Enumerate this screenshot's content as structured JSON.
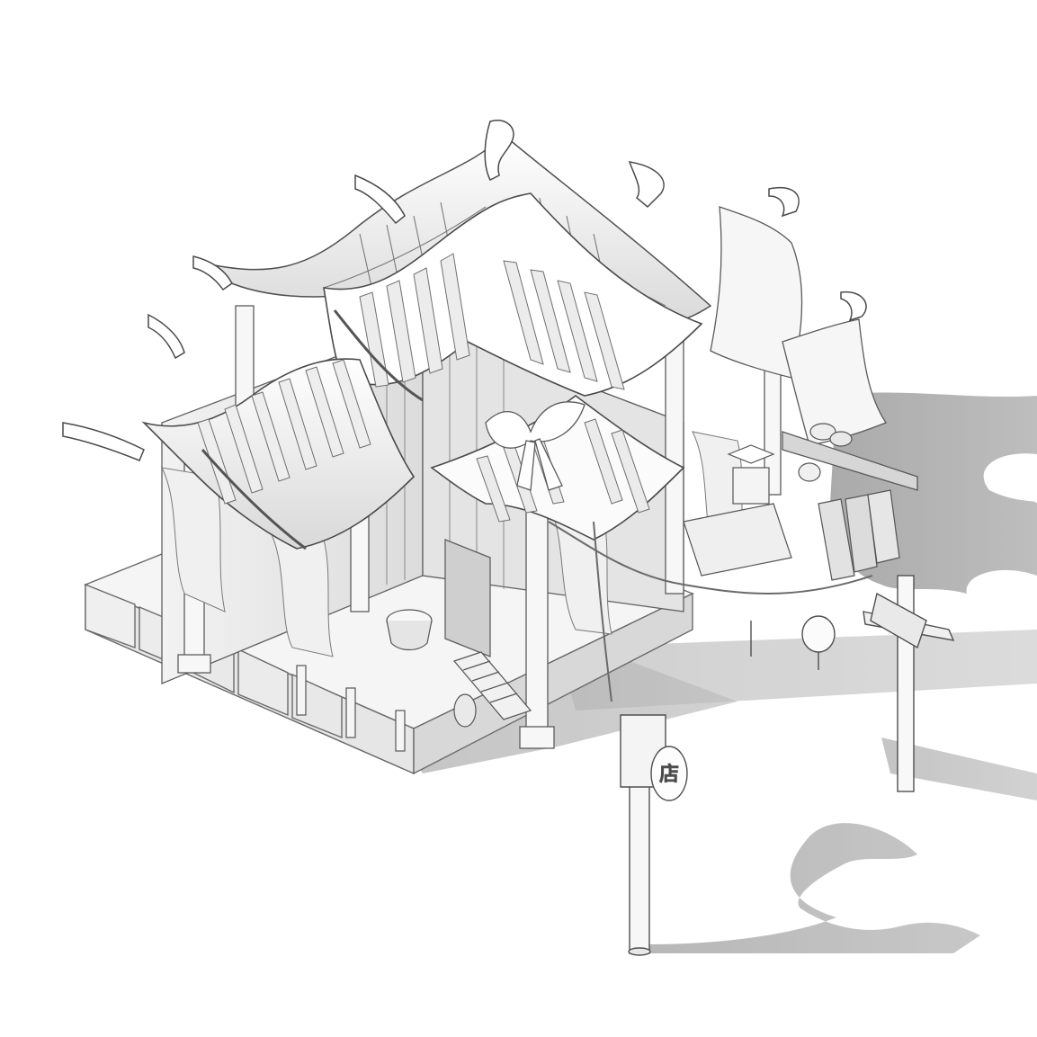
{
  "scene": {
    "subject": "isometric-chinese-pavilion-render",
    "shading": "white-clay-ambient-occlusion",
    "background_color": "#ffffff",
    "shadow_color": "#9a9a9a",
    "line_color": "#555555"
  },
  "sign": {
    "glyph": "店"
  }
}
